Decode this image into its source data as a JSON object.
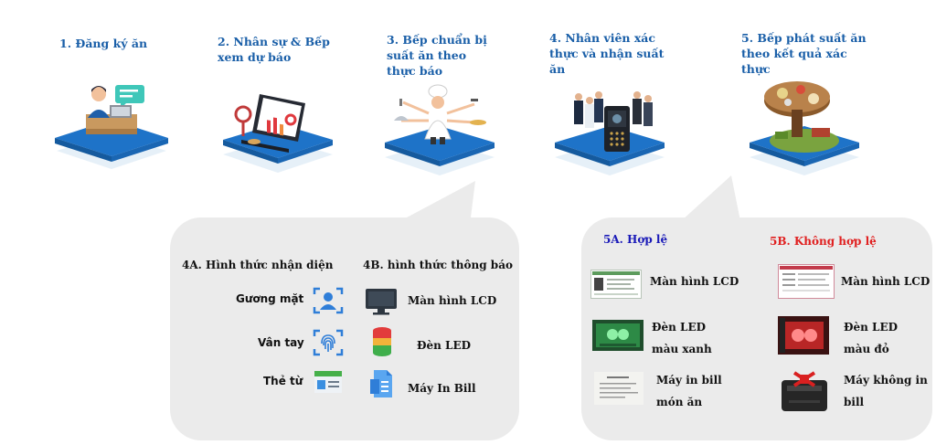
{
  "steps": [
    {
      "title_lines": [
        "1. Đăng ký ăn"
      ],
      "icon": "laptop-user-icon"
    },
    {
      "title_lines": [
        "2. Nhân sự & Bếp",
        "xem dự báo"
      ],
      "icon": "dashboard-forecast-icon"
    },
    {
      "title_lines": [
        "3. Bếp chuẩn bị",
        "suất ăn theo",
        "thực báo"
      ],
      "icon": "chef-icon"
    },
    {
      "title_lines": [
        "4. Nhân viên xác",
        "thực và nhận suất",
        "ăn"
      ],
      "icon": "staff-verification-icon"
    },
    {
      "title_lines": [
        "5. Bếp phát suất ăn",
        "theo kết quả xác",
        "thực"
      ],
      "icon": "food-serving-icon"
    }
  ],
  "panel_left": {
    "col_a_title": "4A. Hình thức nhận diện",
    "col_b_title": "4B. hình thức thông báo",
    "identification": [
      {
        "label": "Gương mặt",
        "icon": "face-scan-icon"
      },
      {
        "label": "Vân tay",
        "icon": "fingerprint-icon"
      },
      {
        "label": "Thẻ từ",
        "icon": "id-card-icon"
      }
    ],
    "notification": [
      {
        "label": "Màn hình LCD",
        "icon": "monitor-icon"
      },
      {
        "label": "Đèn LED",
        "icon": "led-light-icon"
      },
      {
        "label": "Máy In Bill",
        "icon": "bill-printer-icon"
      }
    ]
  },
  "panel_right": {
    "valid_title": "5A. Hợp lệ",
    "invalid_title": "5B. Không hợp lệ",
    "valid_color": "#1a1ab8",
    "invalid_color": "#e02020",
    "valid_items": [
      {
        "label_lines": [
          "Màn hình LCD"
        ],
        "icon": "lcd-valid-icon"
      },
      {
        "label_lines": [
          "Đèn LED",
          "màu xanh"
        ],
        "icon": "green-led-icon"
      },
      {
        "label_lines": [
          "Máy in bill",
          "món ăn"
        ],
        "icon": "printed-bill-icon"
      }
    ],
    "invalid_items": [
      {
        "label_lines": [
          "Màn hình LCD"
        ],
        "icon": "lcd-invalid-icon"
      },
      {
        "label_lines": [
          "Đèn LED",
          "màu đỏ"
        ],
        "icon": "red-led-icon"
      },
      {
        "label_lines": [
          "Máy không in",
          "bill"
        ],
        "icon": "printer-no-bill-icon"
      }
    ]
  }
}
